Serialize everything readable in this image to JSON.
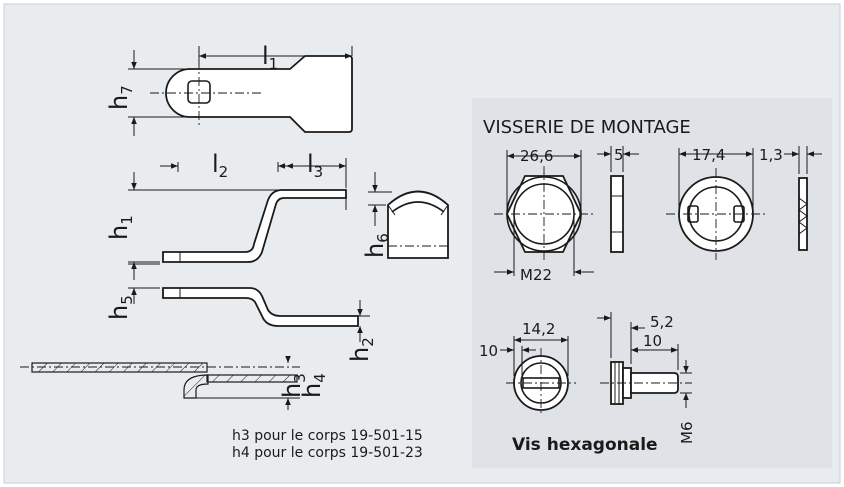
{
  "dimensions": {
    "l1": "l",
    "l1_sub": "1",
    "l2": "l",
    "l2_sub": "2",
    "l3": "l",
    "l3_sub": "3",
    "h1": "h",
    "h1_sub": "1",
    "h2": "h",
    "h2_sub": "2",
    "h3": "h",
    "h3_sub": "3",
    "h4": "h",
    "h4_sub": "4",
    "h5": "h",
    "h5_sub": "5",
    "h6": "h",
    "h6_sub": "6",
    "h7": "h",
    "h7_sub": "7"
  },
  "notes": {
    "line1": "h3 pour le corps 19-501-15",
    "line2": "h4 pour le corps 19-501-23"
  },
  "hardware": {
    "title": "VISSERIE DE MONTAGE",
    "nut_width": "26,6",
    "nut_thread": "M22",
    "nut_thickness": "5",
    "washer_dia": "17,4",
    "washer_thickness": "1,3",
    "screw_head_dia": "14,2",
    "screw_side_a": "10",
    "screw_head_len": "5,2",
    "screw_len": "10",
    "screw_thread": "M6",
    "caption": "Vis hexagonale"
  },
  "colors": {
    "panel_bg": "#e9ecef",
    "hardware_bg": "#dfe3e8",
    "line": "#1a1a1a"
  }
}
